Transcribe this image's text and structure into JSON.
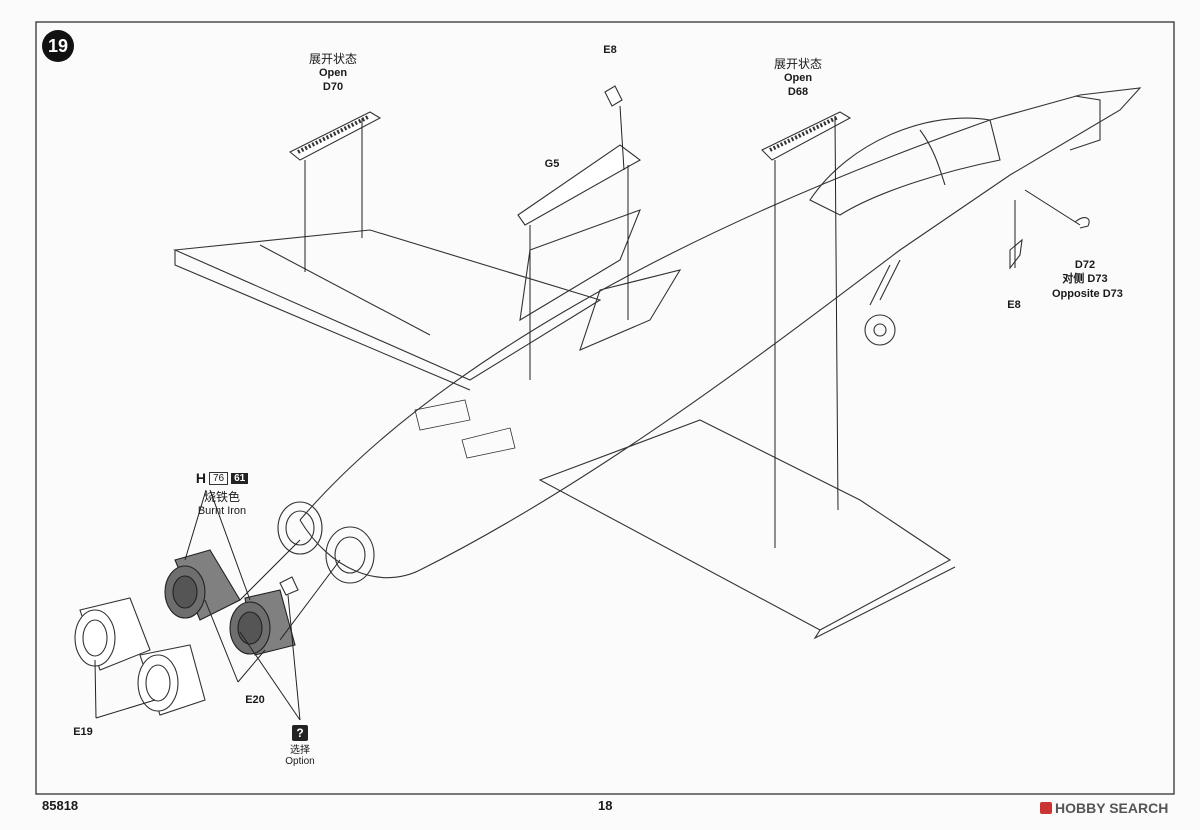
{
  "step": {
    "number": "19"
  },
  "labels": {
    "open_left": {
      "cn": "展开状态",
      "en": "Open",
      "part": "D70"
    },
    "open_right": {
      "cn": "展开状态",
      "en": "Open",
      "part": "D68"
    },
    "e8_top": "E8",
    "g5": "G5",
    "d72": "D72",
    "opposite_cn": "对侧 D73",
    "opposite_en": "Opposite D73",
    "e8_bottom": "E8",
    "e20": "E20",
    "e19": "E19"
  },
  "paint": {
    "letter": "H",
    "code1": "76",
    "code2": "61",
    "cn": "烧铁色",
    "en": "Burnt Iron"
  },
  "option": {
    "symbol": "?",
    "cn": "选择",
    "en": "Option"
  },
  "footer": {
    "kit_number": "85818",
    "page_number": "18",
    "watermark": "HOBBY SEARCH"
  }
}
